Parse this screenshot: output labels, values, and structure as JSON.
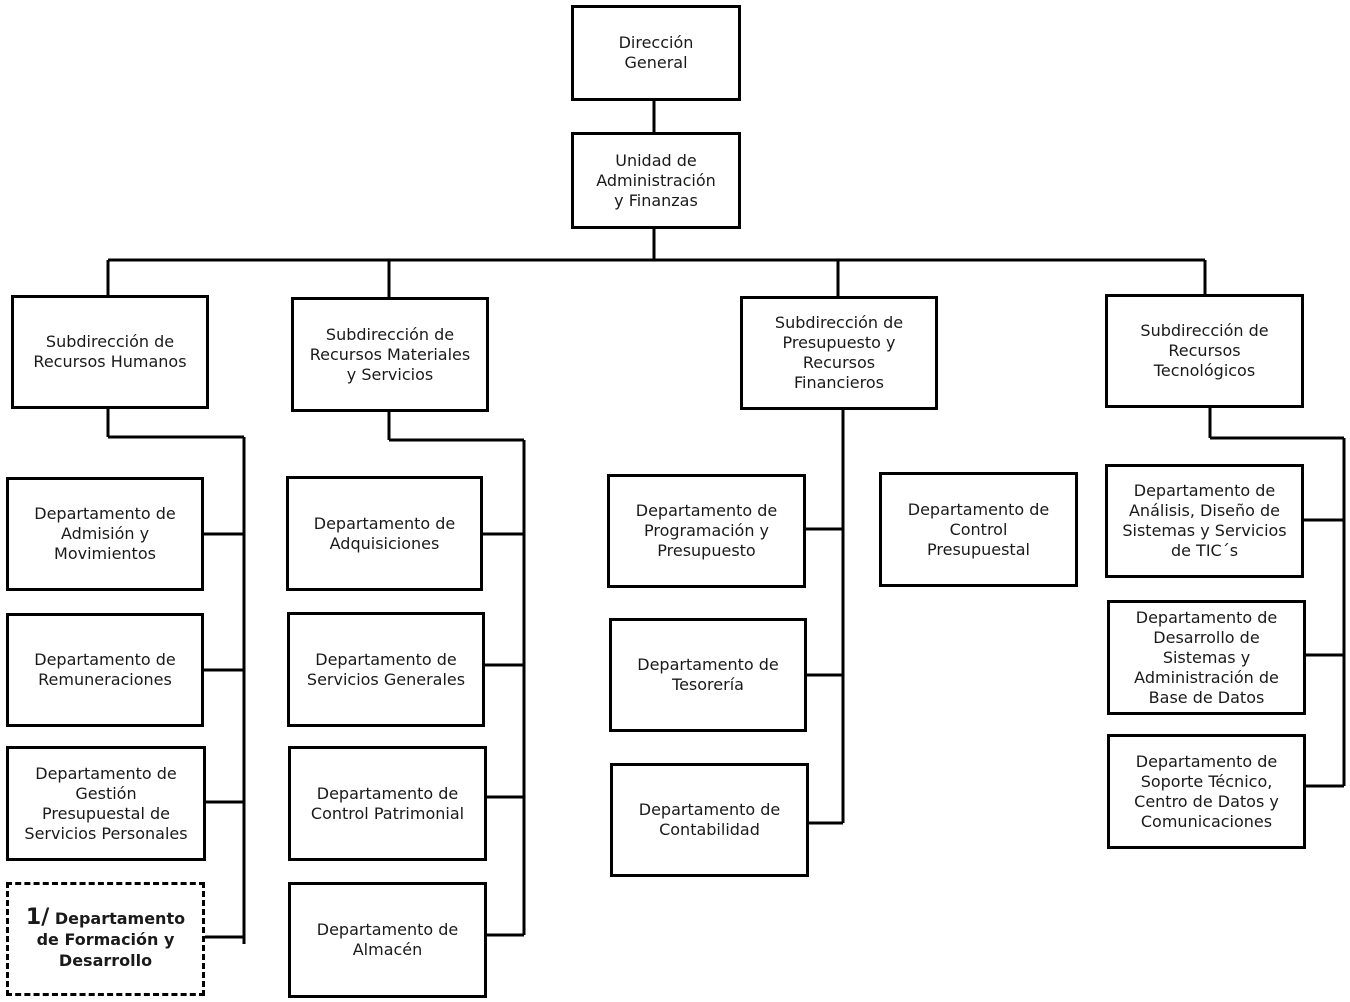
{
  "org_chart": {
    "director": [
      "Dirección",
      "General"
    ],
    "unit": [
      "Unidad de",
      "Administración",
      "y Finanzas"
    ],
    "subdirections": [
      {
        "title": [
          "Subdirección de",
          "Recursos Humanos"
        ],
        "departments": [
          [
            "Departamento de",
            "Admisión y",
            "Movimientos"
          ],
          [
            "Departamento de",
            "Remuneraciones"
          ],
          [
            "Departamento de",
            "Gestión",
            "Presupuestal de",
            "Servicios Personales"
          ]
        ],
        "pending_department": {
          "note": "1/",
          "lines": [
            "Departamento",
            "de Formación y",
            "Desarrollo"
          ]
        }
      },
      {
        "title": [
          "Subdirección de",
          "Recursos Materiales",
          "y Servicios"
        ],
        "departments": [
          [
            "Departamento de",
            "Adquisiciones"
          ],
          [
            "Departamento de",
            "Servicios Generales"
          ],
          [
            "Departamento de",
            "Control Patrimonial"
          ],
          [
            "Departamento de",
            "Almacén"
          ]
        ]
      },
      {
        "title": [
          "Subdirección de",
          "Presupuesto y",
          "Recursos",
          "Financieros"
        ],
        "departments": [
          [
            "Departamento de",
            "Programación y",
            "Presupuesto"
          ],
          [
            "Departamento de",
            "Tesorería"
          ],
          [
            "Departamento de",
            "Contabilidad"
          ],
          [
            "Departamento de",
            "Control",
            "Presupuestal"
          ]
        ]
      },
      {
        "title": [
          "Subdirección de",
          "Recursos",
          "Tecnológicos"
        ],
        "departments": [
          [
            "Departamento de",
            "Análisis, Diseño de",
            "Sistemas y Servicios",
            "de TIC´s"
          ],
          [
            "Departamento de",
            "Desarrollo de",
            "Sistemas y",
            "Administración de",
            "Base de Datos"
          ],
          [
            "Departamento de",
            "Soporte Técnico,",
            "Centro de Datos y",
            "Comunicaciones"
          ]
        ]
      }
    ]
  }
}
